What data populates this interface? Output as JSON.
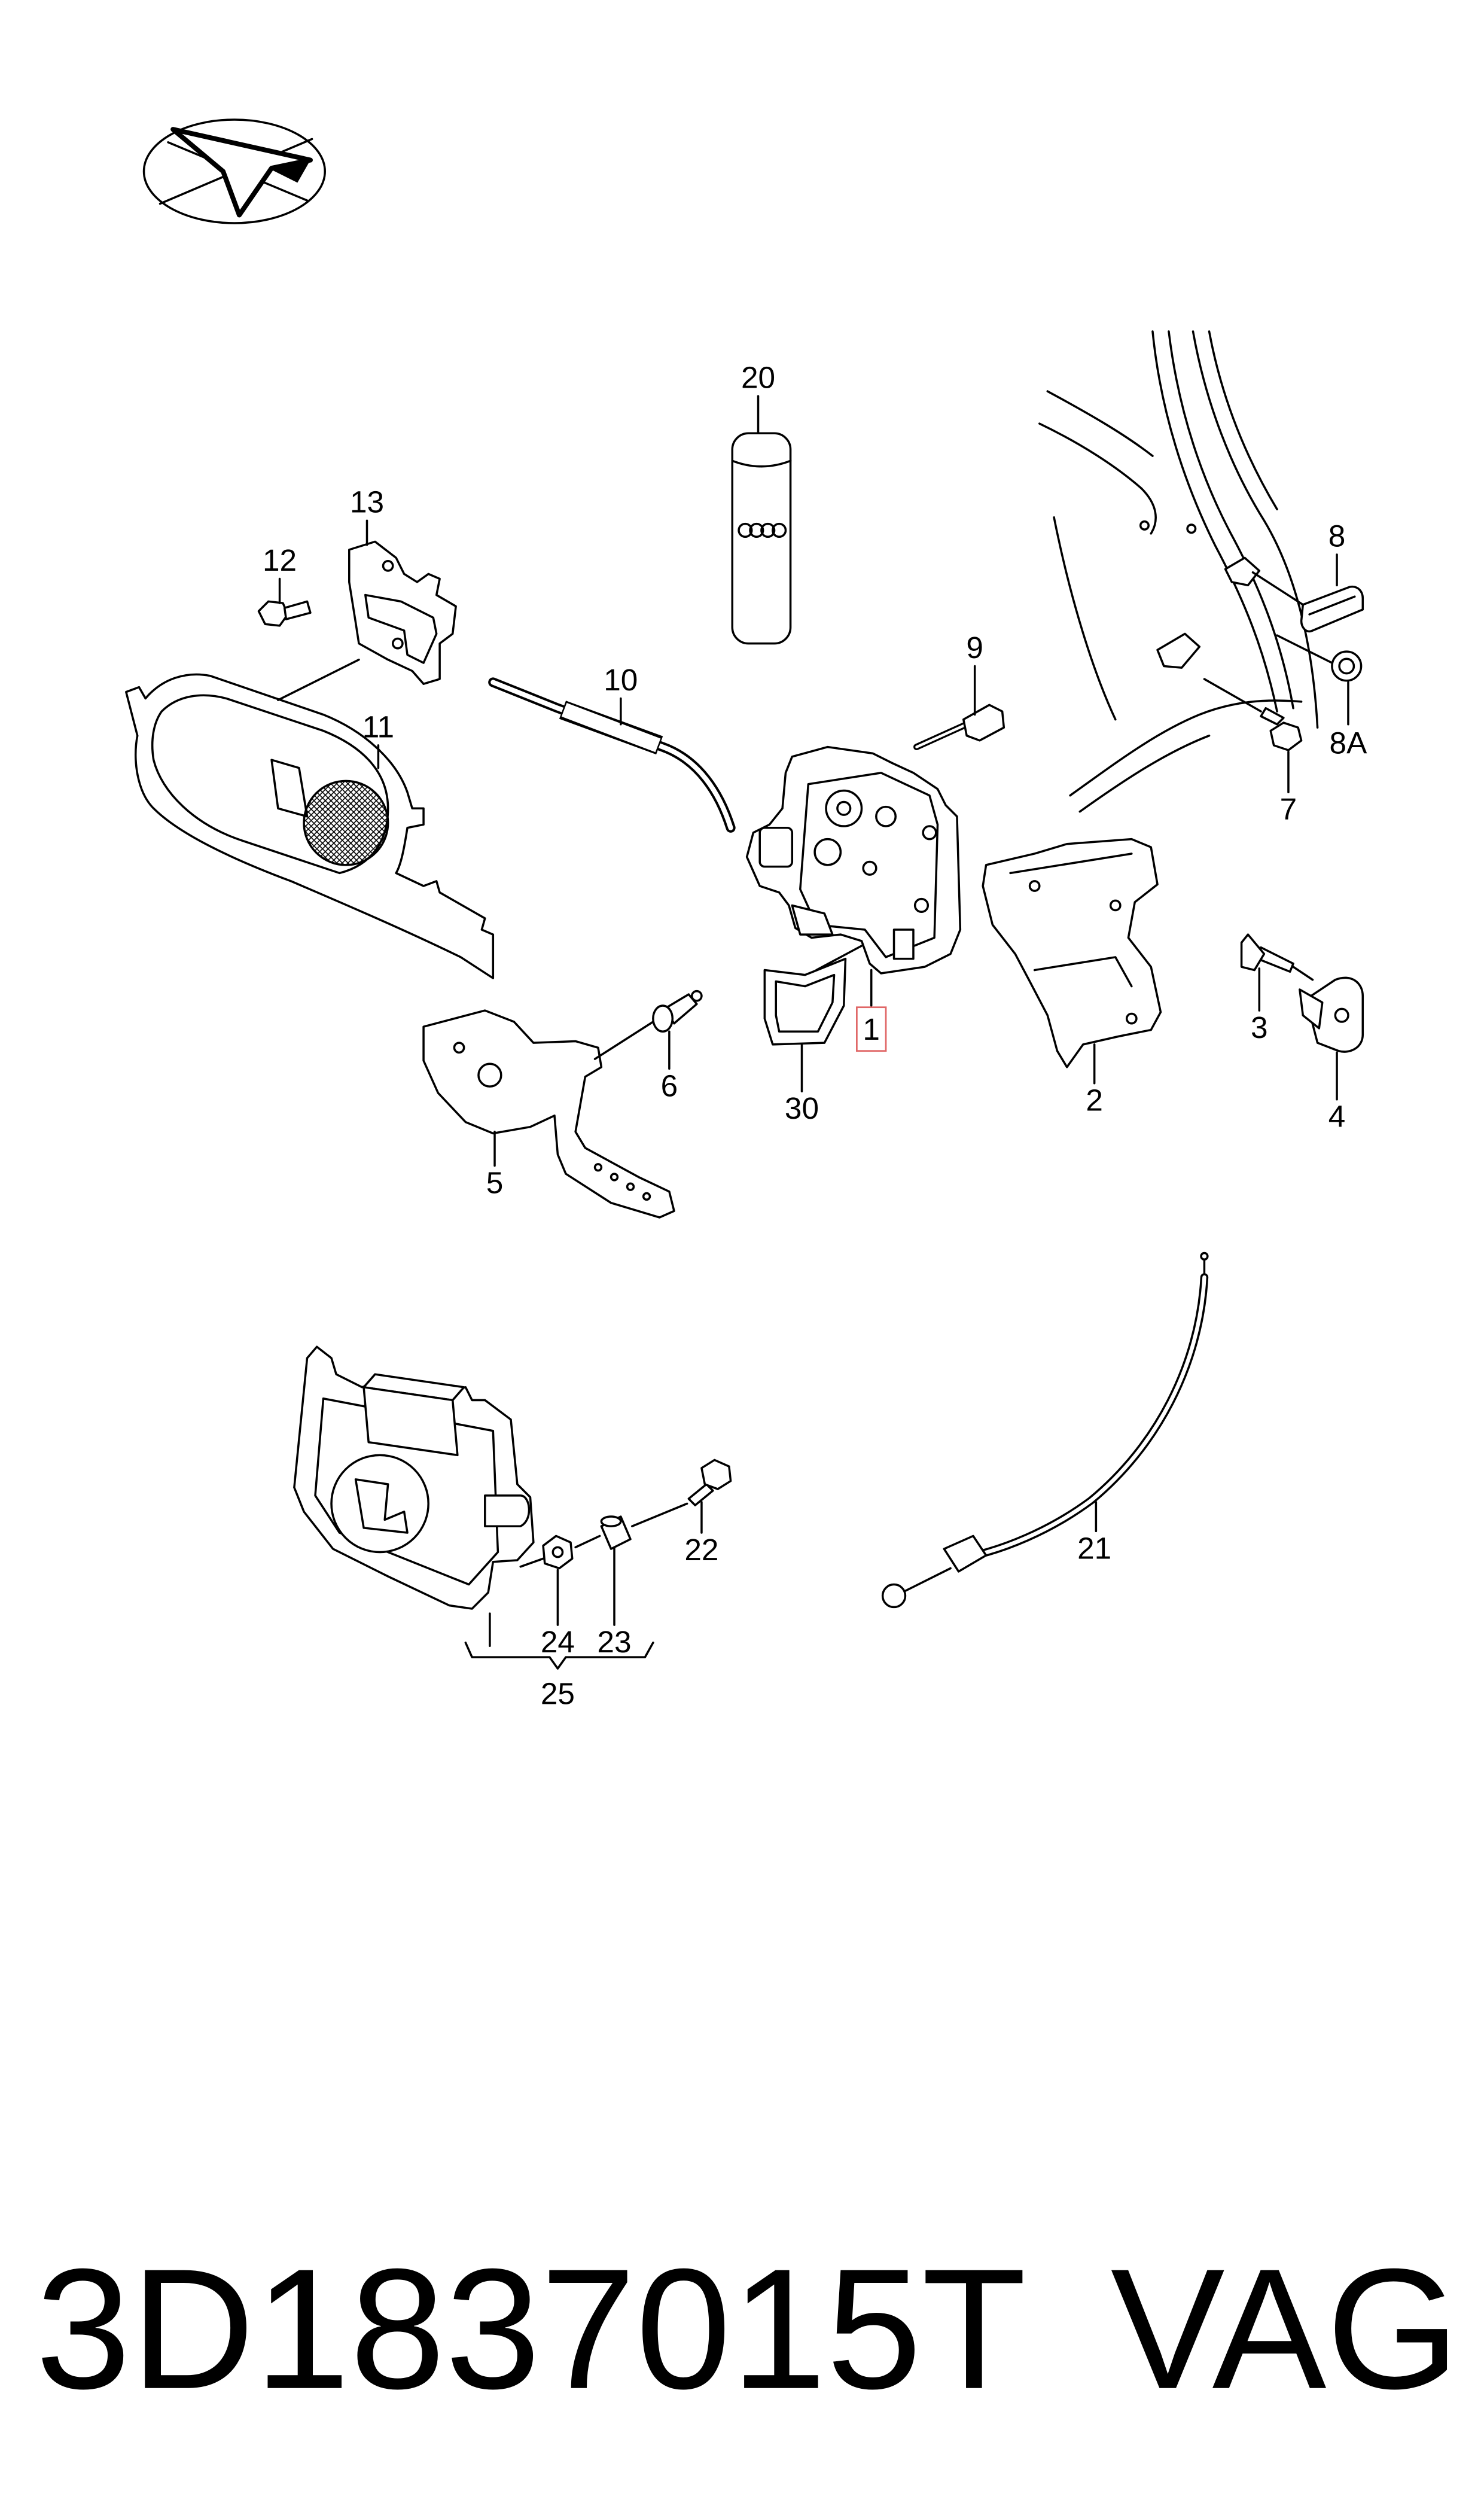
{
  "callouts": {
    "p1": "1",
    "p2": "2",
    "p3": "3",
    "p4": "4",
    "p5": "5",
    "p6": "6",
    "p7": "7",
    "p8": "8",
    "p8a": "8A",
    "p9": "9",
    "p10": "10",
    "p11": "11",
    "p12": "12",
    "p13": "13",
    "p20": "20",
    "p21": "21",
    "p22": "22",
    "p23": "23",
    "p24": "24",
    "p25": "25",
    "p30": "30"
  },
  "footer": {
    "part_number": "3D1837015T",
    "brand": "VAG"
  },
  "colors": {
    "background": "#ffffff",
    "line": "#000000",
    "highlight": "#e06666"
  }
}
